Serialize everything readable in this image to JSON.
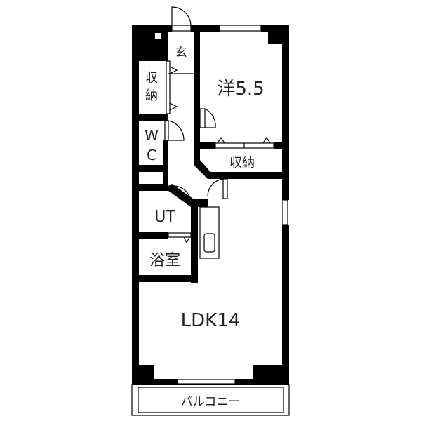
{
  "rooms": {
    "entrance": "玄",
    "storage_left_1": "収",
    "storage_left_2": "納",
    "western_room": "洋5.5",
    "wc_1": "W",
    "wc_2": "C",
    "storage_closet": "収納",
    "utility": "UT",
    "bathroom": "浴室",
    "ldk": "LDK14",
    "balcony": "バルコニー"
  },
  "colors": {
    "wall": "#000000",
    "background": "#ffffff"
  }
}
